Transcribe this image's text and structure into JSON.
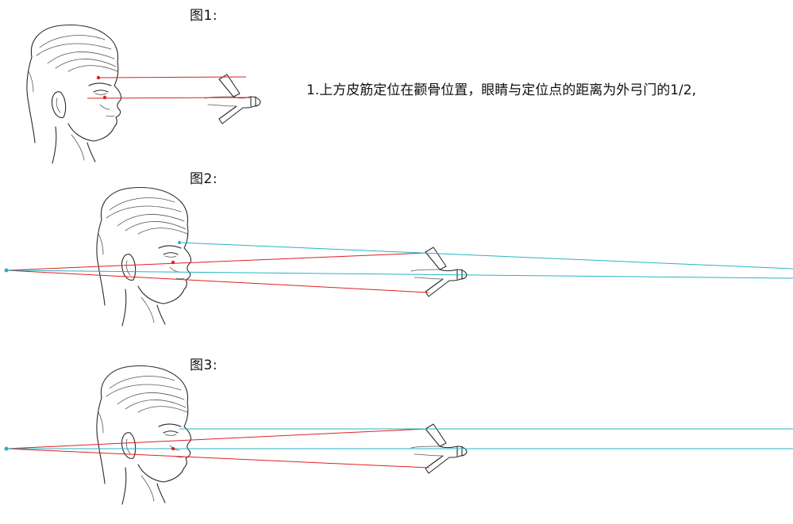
{
  "figures": [
    {
      "label": "图1:",
      "note": "1.上方皮筋定位在颧骨位置，眼睛与定位点的距离为外弓门的1/2,"
    },
    {
      "label": "图2:"
    },
    {
      "label": "图3:"
    }
  ],
  "colors": {
    "red_line": "#e02020",
    "cyan_line": "#27b3c4",
    "sketch": "#2a2a2a"
  }
}
